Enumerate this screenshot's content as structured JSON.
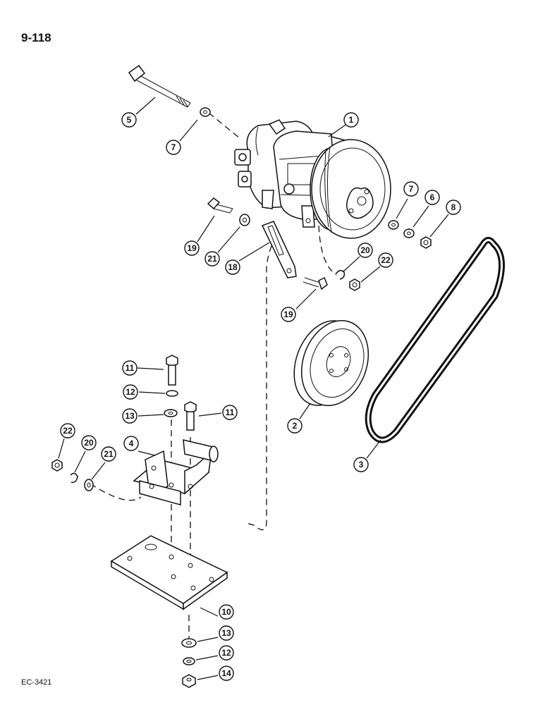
{
  "page": {
    "number": "9-118",
    "code": "EC-3421"
  },
  "callouts": {
    "c1": "1",
    "c2": "2",
    "c3": "3",
    "c4": "4",
    "c5": "5",
    "c6": "6",
    "c7a": "7",
    "c7b": "7",
    "c8": "8",
    "c10": "10",
    "c11a": "11",
    "c11b": "11",
    "c12a": "12",
    "c12b": "12",
    "c13a": "13",
    "c13b": "13",
    "c14": "14",
    "c18": "18",
    "c19a": "19",
    "c19b": "19",
    "c20a": "20",
    "c20b": "20",
    "c21a": "21",
    "c21b": "21",
    "c22a": "22",
    "c22b": "22"
  }
}
